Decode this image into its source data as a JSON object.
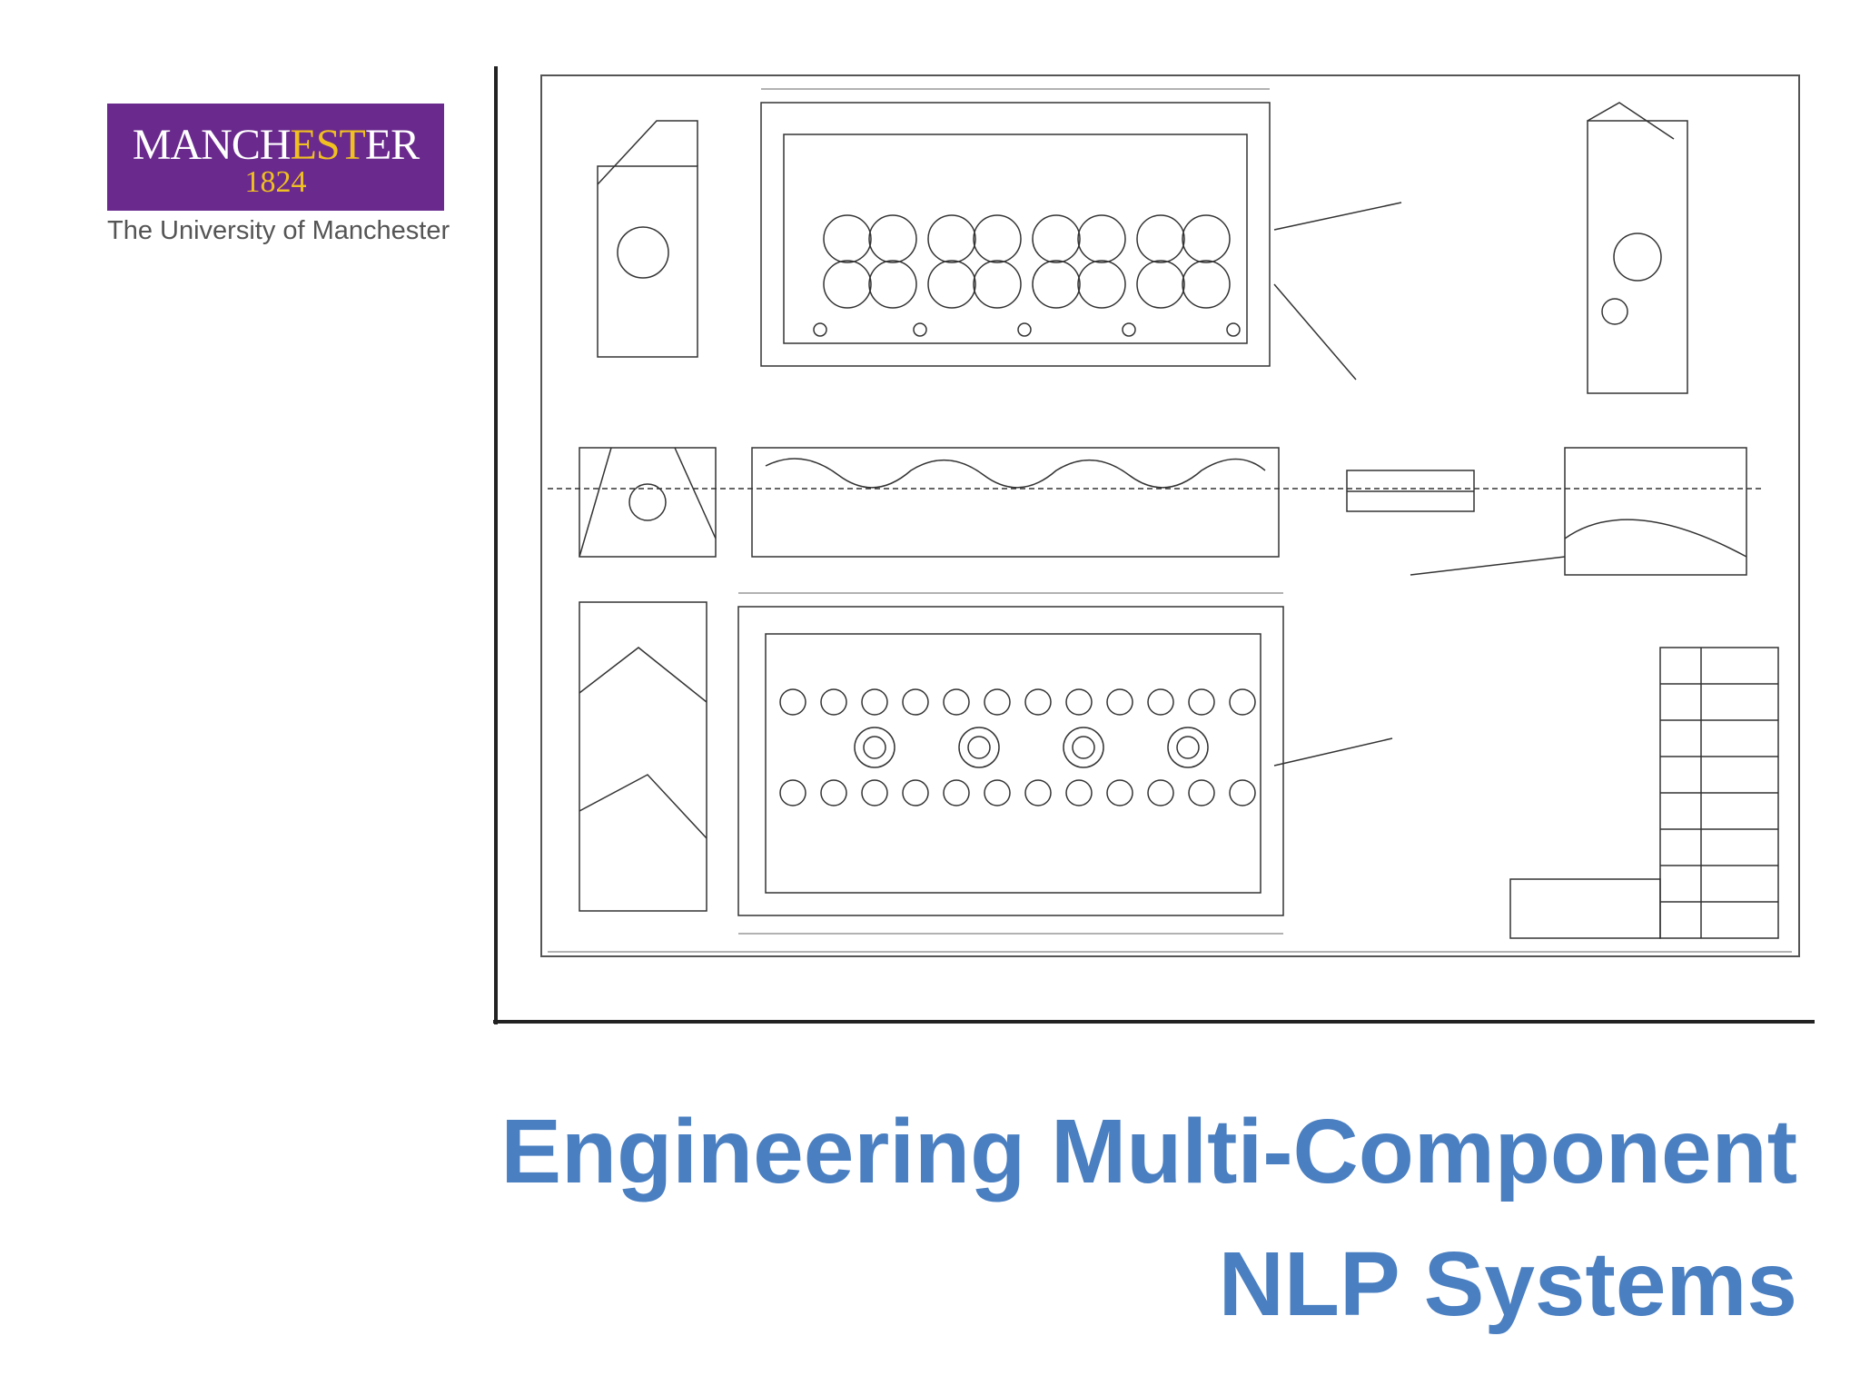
{
  "logo": {
    "word_prefix": "MANCH",
    "word_highlight": "EST",
    "word_suffix": "ER",
    "year": "1824",
    "subtitle": "The University of Manchester",
    "colors": {
      "background": "#6a2a8d",
      "accent": "#f0c020"
    }
  },
  "image": {
    "description_icon": "engineering-blueprint"
  },
  "slide": {
    "title_line1": "Engineering Multi-Component",
    "title_line2": "NLP Systems",
    "title_color": "#4a7fc1"
  }
}
